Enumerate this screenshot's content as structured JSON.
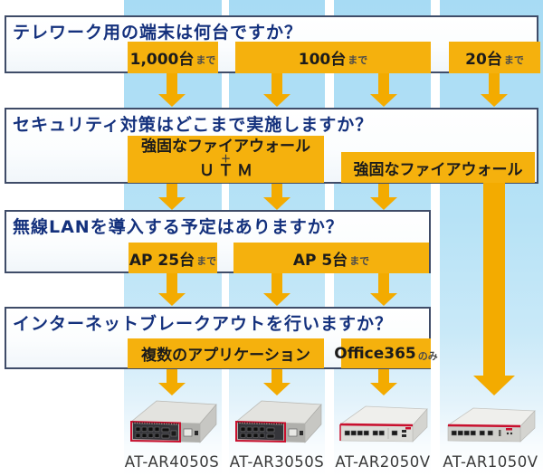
{
  "colors": {
    "accent_orange": "#F5B10D",
    "arrow_orange": "#F3AB00",
    "question_blue": "#14317D",
    "box_border": "#3F4C68",
    "stripe_blue": "#A7DBF4",
    "product_red": "#C8102E"
  },
  "sections": [
    {
      "question": "テレワーク用の端末は何台ですか？",
      "labels": [
        {
          "main": "1,000台",
          "suffix": "まで"
        },
        {
          "main": "100台",
          "suffix": "まで"
        },
        {
          "main": "20台",
          "suffix": "まで"
        }
      ]
    },
    {
      "question": "セキュリティ対策はどこまで実施しますか？",
      "labels": [
        {
          "lines": [
            "強固なファイアウォール",
            "＋",
            "ＵＴＭ"
          ]
        },
        {
          "main": "強固なファイアウォール"
        }
      ]
    },
    {
      "question": "無線LANを導入する予定はありますか？",
      "labels": [
        {
          "main": "AP 25台",
          "suffix": "まで"
        },
        {
          "main": "AP 5台",
          "suffix": "まで"
        }
      ]
    },
    {
      "question": "インターネットブレークアウトを行いますか？",
      "labels": [
        {
          "main": "複数のアプリケーション"
        },
        {
          "main": "Office365",
          "suffix": "のみ"
        }
      ]
    }
  ],
  "products": [
    {
      "label": "AT-AR4050S"
    },
    {
      "label": "AT-AR3050S"
    },
    {
      "label": "AT-AR2050V"
    },
    {
      "label": "AT-AR1050V"
    }
  ]
}
